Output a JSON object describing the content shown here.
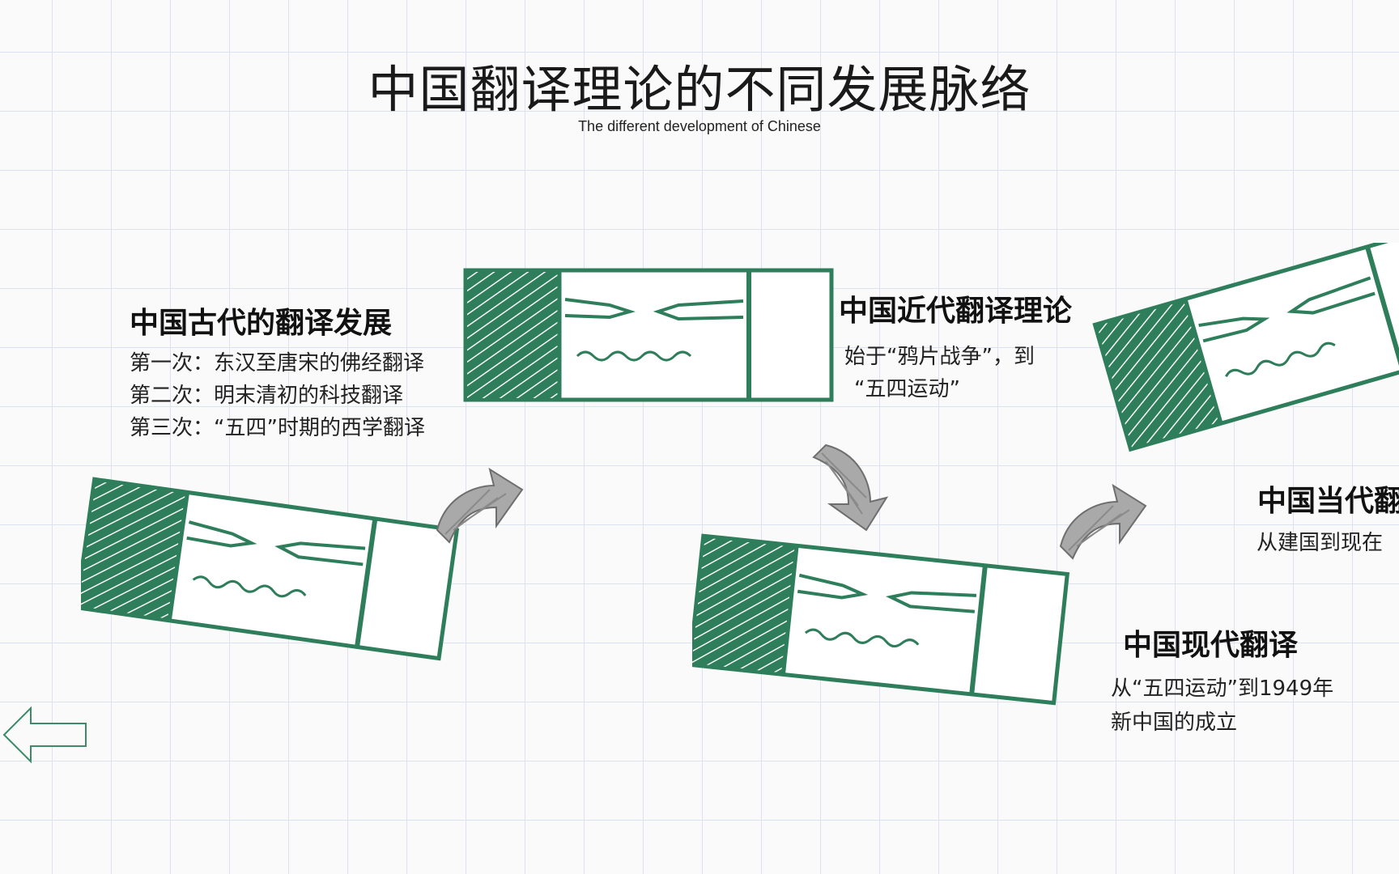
{
  "title": "中国翻译理论的不同发展脉络",
  "subtitle": "The different development of Chinese",
  "sections": [
    {
      "heading": "中国古代的翻译发展",
      "lines": [
        "第一次：东汉至唐宋的佛经翻译",
        "第二次：明末清初的科技翻译",
        "第三次：“五四”时期的西学翻译"
      ]
    },
    {
      "heading": "中国近代翻译理论",
      "lines": [
        "始于“鸦片战争”，到",
        "“五四运动”"
      ]
    },
    {
      "heading": "中国现代翻译",
      "lines": [
        "从“五四运动”到1949年",
        "新中国的成立"
      ]
    },
    {
      "heading": "中国当代翻",
      "lines": [
        "从建国到现在"
      ]
    }
  ],
  "icons": {
    "pencil": "pencil-drawing-icon",
    "arrow": "curved-arrow-icon",
    "back": "back-arrow-icon"
  },
  "colors": {
    "pencil_green": "#2e7d5b",
    "arrow_gray": "#9a9a9a",
    "back_arrow": "#3b8a68"
  }
}
